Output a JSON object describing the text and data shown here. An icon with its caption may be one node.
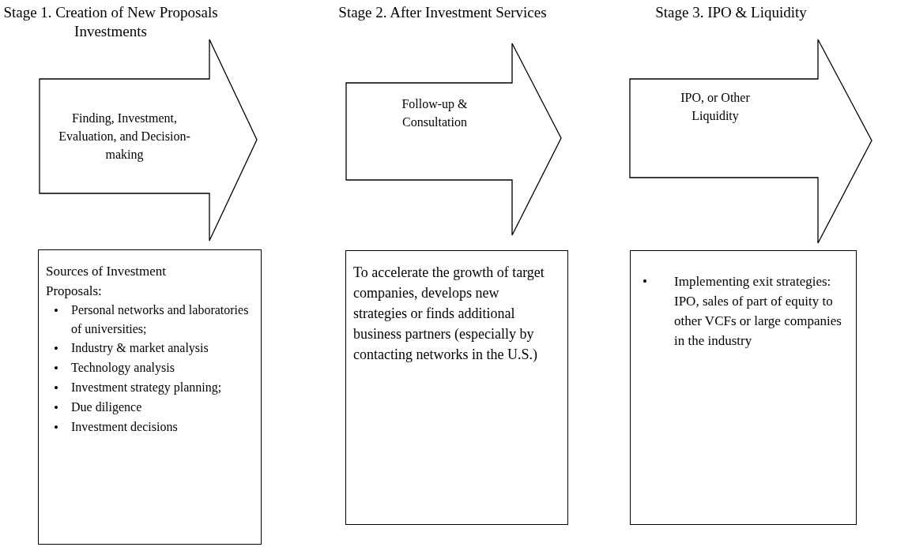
{
  "diagram": {
    "nodes": [
      {
        "text": [
          "Stage 1. Creation of New Proposals Investments",
          "Finding, Investment, Evaluation, and Decision-making"
        ]
      },
      {
        "text": [
          "Stage 2. After Investment Services",
          "Follow-up & Consultation"
        ]
      },
      {
        "text": [
          "Stage 3. IPO & Liquidity",
          "IPO, or Other Liquidity"
        ]
      },
      {
        "text": [
          "Sources of Investment Proposals:",
          "•",
          "Personal networks and laboratories of universities;",
          "•",
          "Industry & market analysis",
          "•",
          "Technology analysis",
          "•",
          "Investment strategy planning;",
          "•",
          "Due diligence",
          "•",
          "Investment decisions"
        ]
      },
      {
        "text": [
          "To accelerate the growth of target companies, develops new strategies or finds additional business partners (especially by contacting networks in the U.S.)"
        ]
      },
      {
        "text": [
          "•",
          "Implementing exit strategies: IPO, sales of part of equity to other VCFs or large companies in the industry"
        ]
      }
    ],
    "edges": []
  }
}
